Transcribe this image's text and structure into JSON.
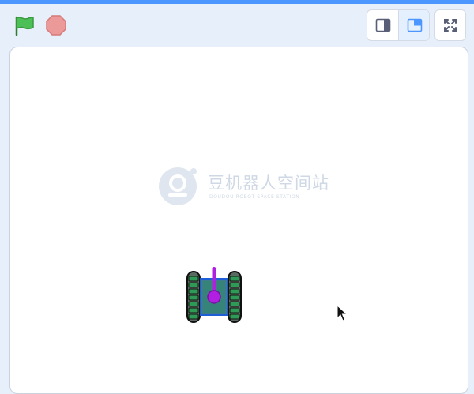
{
  "toolbar": {
    "icons": {
      "green_flag": "green-flag-icon",
      "stop": "stop-icon",
      "small_stage": "small-stage-icon",
      "normal_stage": "normal-stage-icon",
      "fullscreen": "fullscreen-icon"
    },
    "selected_stage_mode": "normal"
  },
  "stage": {
    "watermark": {
      "title": "豆机器人空间站",
      "subtitle": "DOUDOU ROBOT SPACE STATION"
    },
    "sprite": {
      "icon": "tank-sprite-icon"
    }
  },
  "colors": {
    "accent": "#4c97ff",
    "flag_green": "#4cbf56",
    "stop_red": "#ec9999",
    "tank_turret": "#b120e0",
    "tank_body": "#3f7a8f",
    "tank_track": "#3a9a5a"
  }
}
